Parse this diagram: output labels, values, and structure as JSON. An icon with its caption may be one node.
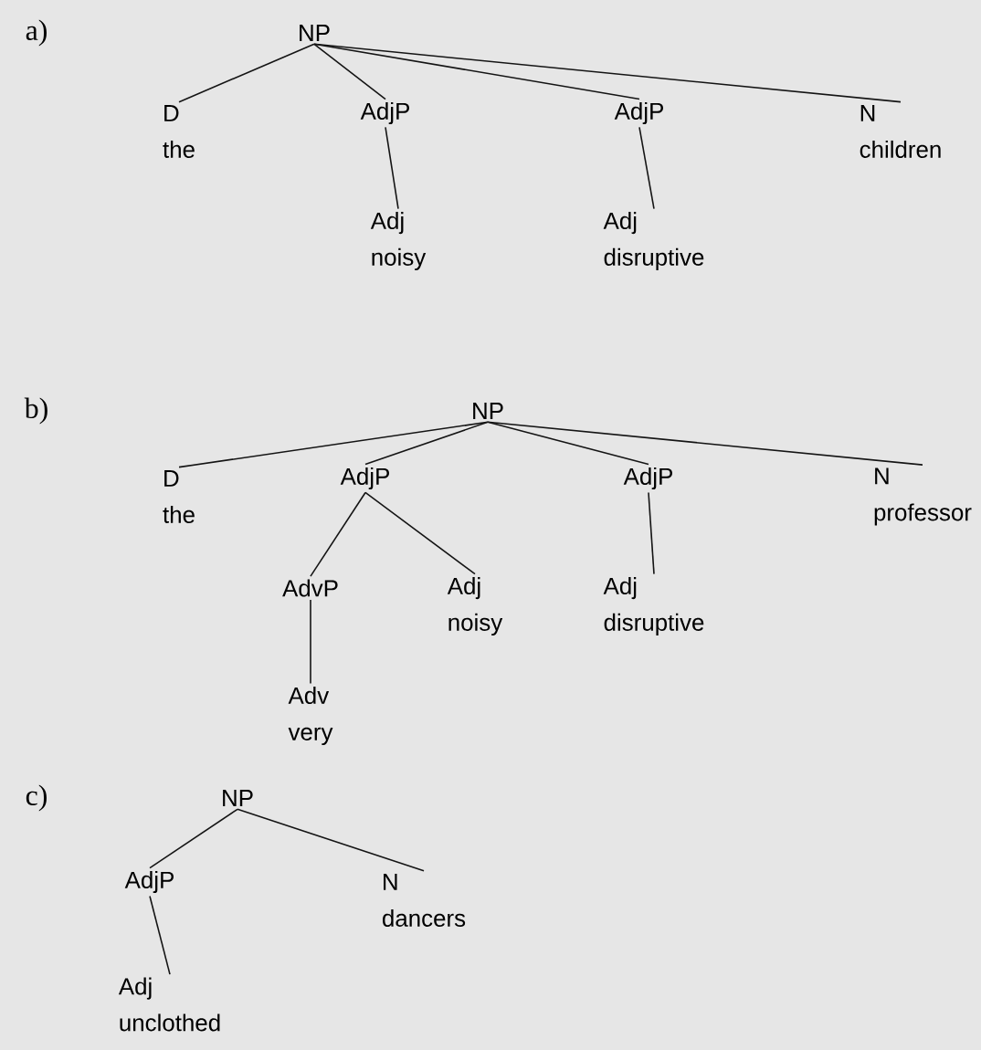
{
  "diagram": {
    "nodes": [
      {
        "text": [
          "NP"
        ]
      },
      {
        "text": [
          "D",
          "the"
        ]
      },
      {
        "text": [
          "AdjP"
        ]
      },
      {
        "text": [
          "Adj",
          "noisy"
        ]
      },
      {
        "text": [
          "AdjP"
        ]
      },
      {
        "text": [
          "Adj",
          "disruptive"
        ]
      },
      {
        "text": [
          "N",
          "children"
        ]
      },
      {
        "text": [
          "NP"
        ]
      },
      {
        "text": [
          "D",
          "the"
        ]
      },
      {
        "text": [
          "AdjP"
        ]
      },
      {
        "text": [
          "AdvP"
        ]
      },
      {
        "text": [
          "Adv",
          "very"
        ]
      },
      {
        "text": [
          "Adj",
          "noisy"
        ]
      },
      {
        "text": [
          "AdjP"
        ]
      },
      {
        "text": [
          "Adj",
          "disruptive"
        ]
      },
      {
        "text": [
          "N",
          "professor"
        ]
      },
      {
        "text": [
          "NP"
        ]
      },
      {
        "text": [
          "AdjP"
        ]
      },
      {
        "text": [
          "Adj",
          "unclothed"
        ]
      },
      {
        "text": [
          "N",
          "dancers"
        ]
      }
    ],
    "edges": [
      {
        "from": 0,
        "to": 1,
        "arrow": "none"
      },
      {
        "from": 0,
        "to": 2,
        "arrow": "none"
      },
      {
        "from": 2,
        "to": 3,
        "arrow": "none"
      },
      {
        "from": 0,
        "to": 4,
        "arrow": "none"
      },
      {
        "from": 4,
        "to": 5,
        "arrow": "none"
      },
      {
        "from": 0,
        "to": 6,
        "arrow": "none"
      },
      {
        "from": 7,
        "to": 8,
        "arrow": "none"
      },
      {
        "from": 7,
        "to": 9,
        "arrow": "none"
      },
      {
        "from": 9,
        "to": 10,
        "arrow": "none"
      },
      {
        "from": 10,
        "to": 11,
        "arrow": "none"
      },
      {
        "from": 9,
        "to": 12,
        "arrow": "none"
      },
      {
        "from": 7,
        "to": 13,
        "arrow": "none"
      },
      {
        "from": 13,
        "to": 14,
        "arrow": "none"
      },
      {
        "from": 7,
        "to": 15,
        "arrow": "none"
      },
      {
        "from": 16,
        "to": 17,
        "arrow": "none"
      },
      {
        "from": 17,
        "to": 18,
        "arrow": "none"
      },
      {
        "from": 16,
        "to": 19,
        "arrow": "none"
      }
    ],
    "labels": [
      "a)",
      "b)",
      "c)"
    ]
  }
}
